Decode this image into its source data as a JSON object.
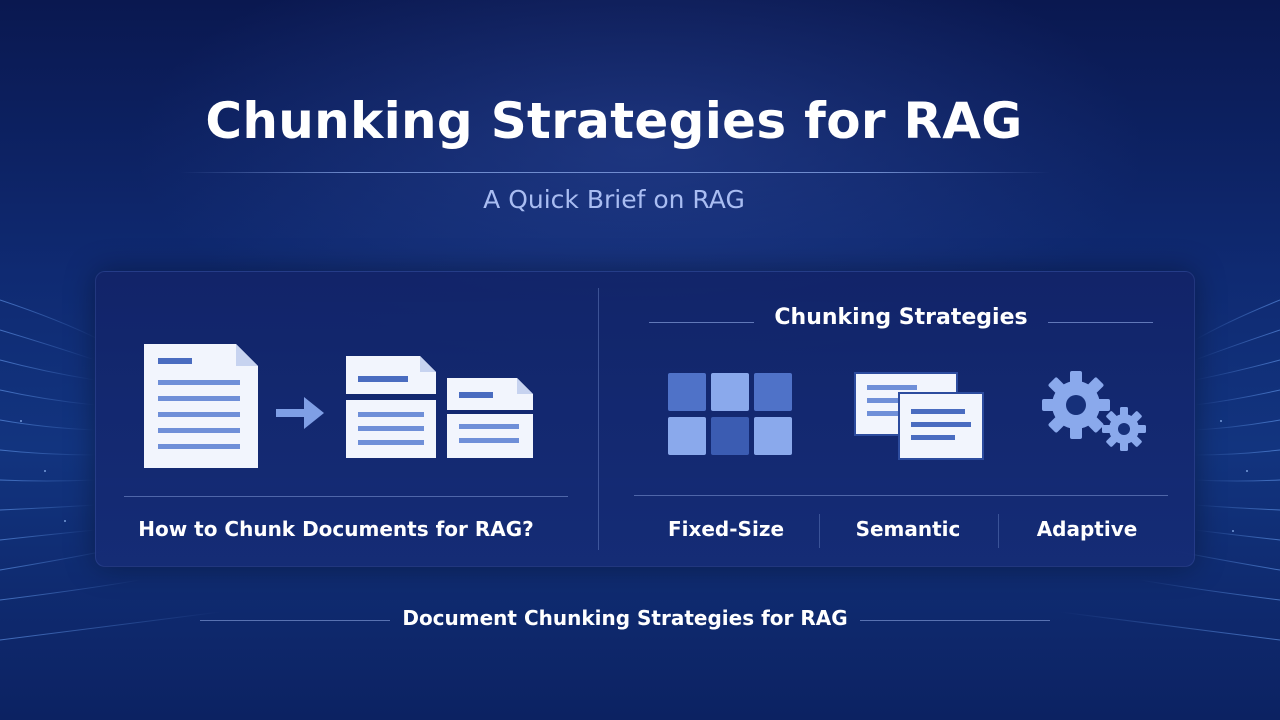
{
  "slide": {
    "title": "Chunking Strategies for RAG",
    "subtitle": "A Quick Brief on RAG",
    "footer": "Document Chunking Strategies for RAG"
  },
  "left_panel": {
    "caption": "How to Chunk Documents for RAG?",
    "icons": [
      "document-icon",
      "arrow-right-icon",
      "chunk-document-icon",
      "chunk-document-icon"
    ]
  },
  "right_panel": {
    "heading": "Chunking Strategies",
    "strategies": [
      {
        "label": "Fixed-Size",
        "icon": "grid-blocks-icon"
      },
      {
        "label": "Semantic",
        "icon": "stacked-cards-icon"
      },
      {
        "label": "Adaptive",
        "icon": "gears-icon"
      }
    ]
  },
  "colors": {
    "background": "#0f2a72",
    "panel": "#16307a",
    "accent": "#5b7fd6",
    "subtitle": "#a9bdf2",
    "doc_bar": "#4a6cc0",
    "text": "#ffffff"
  }
}
